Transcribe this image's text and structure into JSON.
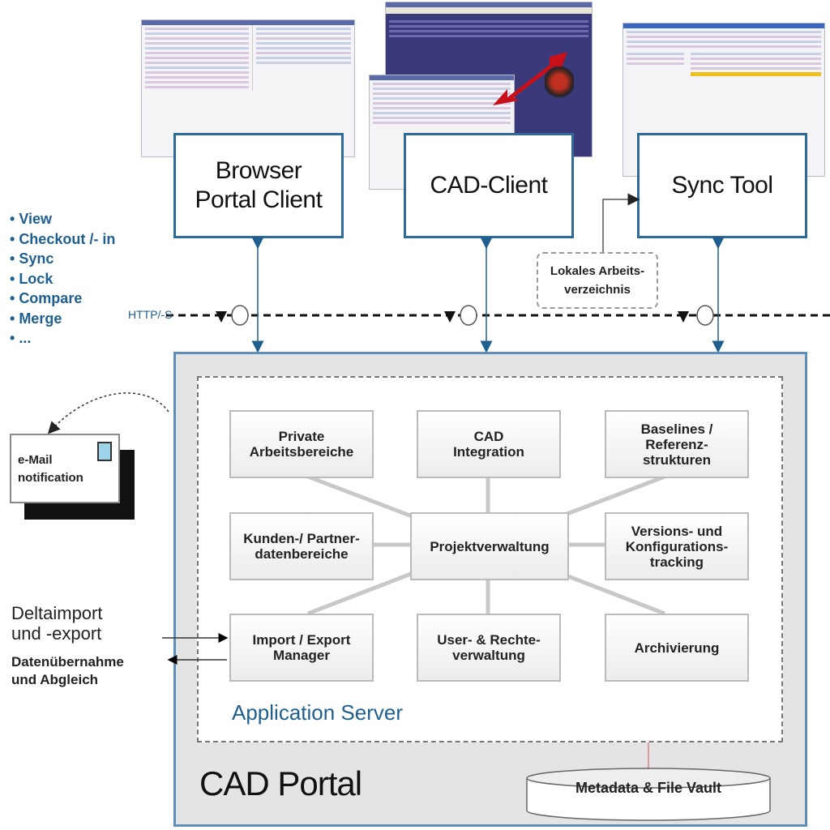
{
  "clients": [
    {
      "id": "browser",
      "label_line1": "Browser",
      "label_line2": "Portal Client"
    },
    {
      "id": "cad",
      "label_line1": "CAD-Client",
      "label_line2": ""
    },
    {
      "id": "sync",
      "label_line1": "Sync Tool",
      "label_line2": ""
    }
  ],
  "features": [
    "View",
    "Checkout /- in",
    "Sync",
    "Lock",
    "Compare",
    "Merge",
    "..."
  ],
  "protocol_label": "HTTP/-S",
  "local_workspace": {
    "line1": "Lokales Arbeits-",
    "line2": "verzeichnis"
  },
  "email": {
    "line1": "e-Mail",
    "line2": "notification"
  },
  "import_export": {
    "delta_line1": "Deltaimport",
    "delta_line2": "und -export",
    "transfer_line1": "Datenübernahme",
    "transfer_line2": "und Abgleich"
  },
  "modules": [
    {
      "id": "private",
      "lines": [
        "Private",
        "Arbeitsbereiche"
      ]
    },
    {
      "id": "cad-integration",
      "lines": [
        "CAD",
        "Integration"
      ]
    },
    {
      "id": "baselines",
      "lines": [
        "Baselines /",
        "Referenz-",
        "strukturen"
      ]
    },
    {
      "id": "partner",
      "lines": [
        "Kunden-/ Partner-",
        "datenbereiche"
      ]
    },
    {
      "id": "projekt",
      "lines": [
        "Projektverwaltung"
      ]
    },
    {
      "id": "versions",
      "lines": [
        "Versions- und",
        "Konfigurations-",
        "tracking"
      ]
    },
    {
      "id": "import-export",
      "lines": [
        "Import / Export",
        "Manager"
      ]
    },
    {
      "id": "user-rights",
      "lines": [
        "User- & Rechte-",
        "verwaltung"
      ]
    },
    {
      "id": "archive",
      "lines": [
        "Archivierung"
      ]
    }
  ],
  "app_server_label": "Application Server",
  "portal_label": "CAD Portal",
  "vault_label": "Metadata & File Vault",
  "colors": {
    "accent": "#1f5f8f",
    "border": "#2f6b9a",
    "portal_bg": "#e4e4e4",
    "stamp": "#9ed4ea",
    "vault_link": "#c88"
  }
}
